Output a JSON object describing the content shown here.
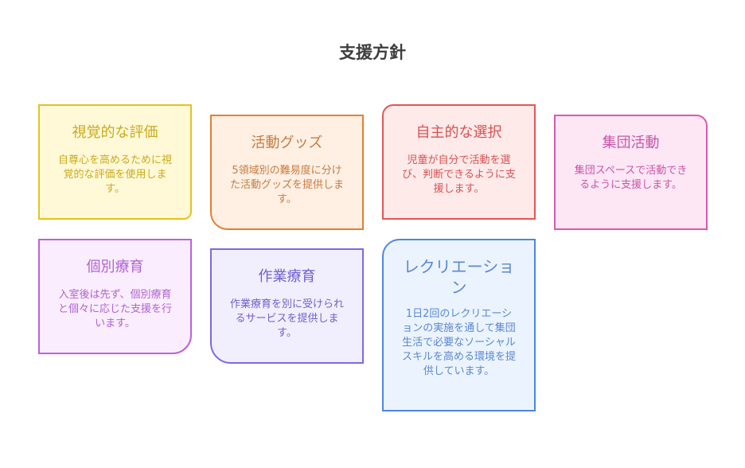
{
  "title": "支援方針",
  "cards": [
    {
      "title": "視覚的な評価",
      "body": "自尊心を高めるために視覚的な評価を使用します。",
      "color": "#e2c41e"
    },
    {
      "title": "活動グッズ",
      "body": "5領域別の難易度に分けた活動グッズを提供します。",
      "color": "#e27f33"
    },
    {
      "title": "自主的な選択",
      "body": "児童が自分で活動を選び、判断できるように支援します。",
      "color": "#e35656"
    },
    {
      "title": "集団活動",
      "body": "集団スペースで活動できるように支援します。",
      "color": "#dc58ac"
    },
    {
      "title": "個別療育",
      "body": "入室後は先ず、個別療育と個々に応じた支援を行います。",
      "color": "#bd60e2"
    },
    {
      "title": "作業療育",
      "body": "作業療育を別に受けられるサービスを提供します。",
      "color": "#7c69e2"
    },
    {
      "title": "レクリエーション",
      "body": "1日2回のレクリエーションの実施を通して集団生活で必要なソーシャルスキルを高める環境を提供しています。",
      "color": "#4c87e2"
    }
  ]
}
